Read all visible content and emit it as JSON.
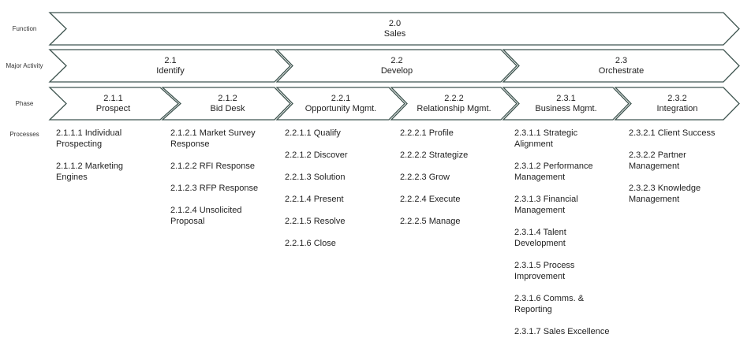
{
  "row_labels": {
    "function": "Function",
    "major_activity": "Major Activity",
    "phase": "Phase",
    "processes": "Processes"
  },
  "colors": {
    "stroke": "#3f5550",
    "fill": "#ffffff",
    "text": "#1f1f1f"
  },
  "function": {
    "code": "2.0",
    "name": "Sales"
  },
  "major_activities": [
    {
      "code": "2.1",
      "name": "Identify"
    },
    {
      "code": "2.2",
      "name": "Develop"
    },
    {
      "code": "2.3",
      "name": "Orchestrate"
    }
  ],
  "phases": [
    {
      "code": "2.1.1",
      "name": "Prospect"
    },
    {
      "code": "2.1.2",
      "name": "Bid Desk"
    },
    {
      "code": "2.2.1",
      "name": "Opportunity Mgmt."
    },
    {
      "code": "2.2.2",
      "name": "Relationship Mgmt."
    },
    {
      "code": "2.3.1",
      "name": "Business Mgmt."
    },
    {
      "code": "2.3.2",
      "name": "Integration"
    }
  ],
  "processes": [
    [
      "2.1.1.1 Individual Prospecting",
      "2.1.1.2 Marketing Engines"
    ],
    [
      "2.1.2.1 Market Survey Response",
      "2.1.2.2 RFI Response",
      "2.1.2.3 RFP Response",
      "2.1.2.4 Unsolicited Proposal"
    ],
    [
      "2.2.1.1 Qualify",
      "2.2.1.2 Discover",
      "2.2.1.3 Solution",
      "2.2.1.4 Present",
      "2.2.1.5 Resolve",
      "2.2.1.6 Close"
    ],
    [
      "2.2.2.1 Profile",
      "2.2.2.2 Strategize",
      "2.2.2.3 Grow",
      "2.2.2.4 Execute",
      "2.2.2.5 Manage"
    ],
    [
      "2.3.1.1 Strategic Alignment",
      "2.3.1.2 Performance Management",
      "2.3.1.3 Financial Management",
      "2.3.1.4 Talent Development",
      "2.3.1.5 Process Improvement",
      "2.3.1.6 Comms. & Reporting",
      "2.3.1.7 Sales Excellence"
    ],
    [
      "2.3.2.1 Client Success",
      "2.3.2.2 Partner Management",
      "2.3.2.3 Knowledge Management"
    ]
  ]
}
